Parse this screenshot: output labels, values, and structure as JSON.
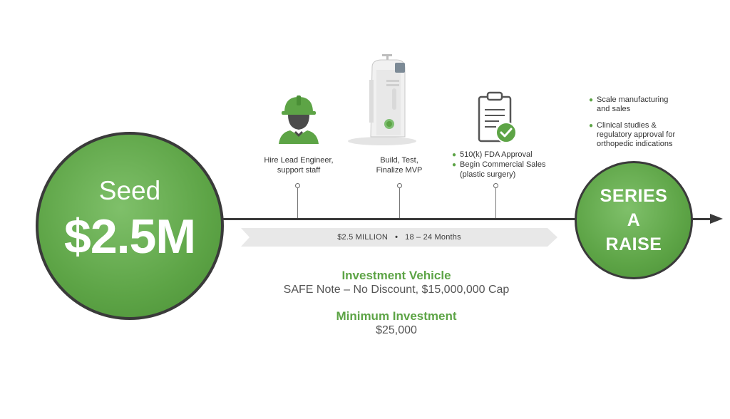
{
  "seed": {
    "label": "Seed",
    "amount": "$2.5M"
  },
  "series_a": {
    "line1": "SERIES",
    "line2": "A",
    "line3": "RAISE"
  },
  "banner": {
    "amount": "$2.5 MILLION",
    "separator": "•",
    "duration": "18 – 24 Months"
  },
  "milestones": [
    {
      "icon": "engineer-icon",
      "line1": "Hire Lead Engineer,",
      "line2": "support staff"
    },
    {
      "icon": "device-icon",
      "line1": "Build, Test,",
      "line2": "Finalize MVP"
    },
    {
      "icon": "clipboard-check-icon",
      "bullets": [
        "510(k) FDA Approval",
        "Begin Commercial Sales",
        "(plastic surgery)"
      ]
    }
  ],
  "series_bullets": [
    {
      "line1": "Scale manufacturing",
      "line2": "and sales"
    },
    {
      "line1": "Clinical studies &",
      "line2": "regulatory approval for",
      "line3": "orthopedic indications"
    }
  ],
  "investment": {
    "vehicle_title": "Investment Vehicle",
    "vehicle_value": "SAFE Note – No Discount, $15,000,000 Cap",
    "minimum_title": "Minimum Investment",
    "minimum_value": "$25,000"
  },
  "colors": {
    "accent_green": "#5da446",
    "line_dark": "#3a3a3a",
    "banner_gray": "#e8e8e8"
  }
}
